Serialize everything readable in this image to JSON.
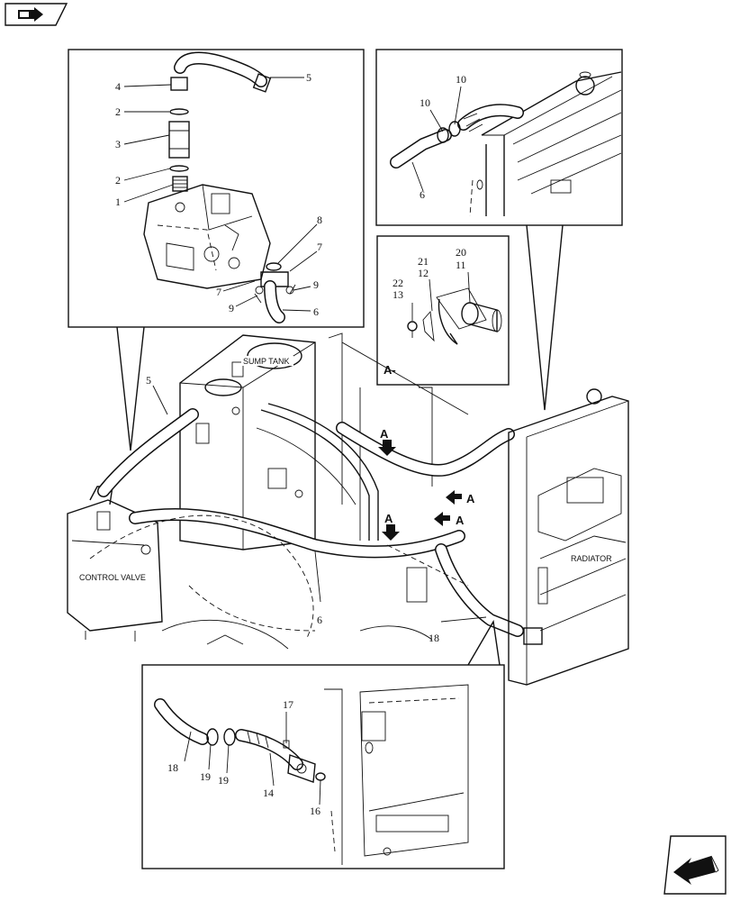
{
  "nav": {
    "top_icon": "book-arrow-icon",
    "bottom_icon": "back-arrow-icon"
  },
  "components": {
    "sump_tank": "SUMP TANK",
    "control_valve": "CONTROL VALVE",
    "radiator": "RADIATOR"
  },
  "view_marker": {
    "arrow_label": "A",
    "section_label": "A-"
  },
  "callouts": {
    "c1": "1",
    "c2a": "2",
    "c2b": "2",
    "c3": "3",
    "c4": "4",
    "c5a": "5",
    "c6a": "6",
    "c7a": "7",
    "c7b": "7",
    "c8": "8",
    "c9a": "9",
    "c9b": "9",
    "c10a": "10",
    "c10b": "10",
    "c6b": "6",
    "c20": "20",
    "c11": "11",
    "c21": "21",
    "c12": "12",
    "c22": "22",
    "c13": "13",
    "c5b": "5",
    "c6c": "6",
    "c18a": "18",
    "c17": "17",
    "c18b": "18",
    "c19a": "19",
    "c19b": "19",
    "c14": "14",
    "c16": "16"
  }
}
